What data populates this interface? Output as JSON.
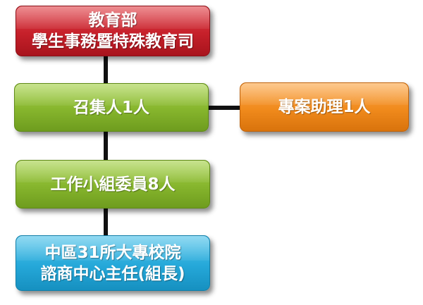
{
  "org_chart": {
    "top_node": {
      "line1": "教育部",
      "line2": "學生事務暨特殊教育司",
      "color": "#c6202a"
    },
    "convener_node": {
      "label": "召集人1人",
      "color": "#86b52d"
    },
    "assistant_node": {
      "label": "專案助理1人",
      "color": "#f08a1c"
    },
    "working_group_node": {
      "label": "工作小組委員8人",
      "color": "#86b52d"
    },
    "bottom_node": {
      "line1": "中區31所大專校院",
      "line2": "諮商中心主任(組長)",
      "color": "#25a8d9"
    },
    "connector_color": "#111111"
  }
}
